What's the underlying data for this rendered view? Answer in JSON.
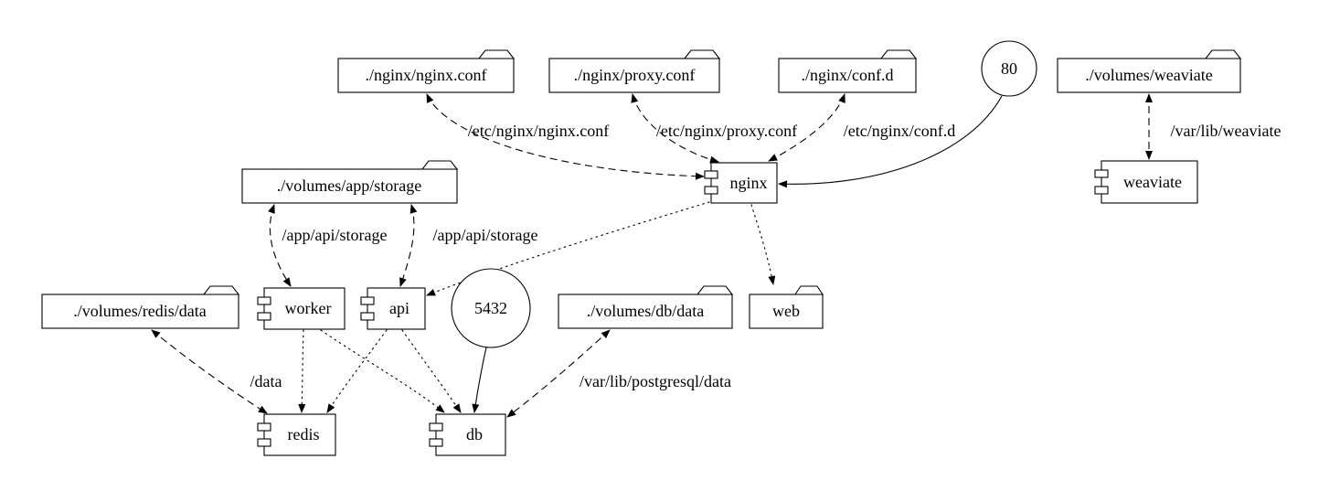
{
  "diagram": {
    "nodes": {
      "nginx_conf": "./nginx/nginx.conf",
      "proxy_conf": "./nginx/proxy.conf",
      "conf_d": "./nginx/conf.d",
      "port_80": "80",
      "volumes_weaviate": "./volumes/weaviate",
      "volumes_app_storage": "./volumes/app/storage",
      "nginx": "nginx",
      "weaviate": "weaviate",
      "volumes_redis_data": "./volumes/redis/data",
      "worker": "worker",
      "api": "api",
      "port_5432": "5432",
      "volumes_db_data": "./volumes/db/data",
      "web": "web",
      "redis": "redis",
      "db": "db"
    },
    "edge_labels": {
      "nginx_conf_mount": "/etc/nginx/nginx.conf",
      "proxy_conf_mount": "/etc/nginx/proxy.conf",
      "conf_d_mount": "/etc/nginx/conf.d",
      "weaviate_mount": "/var/lib/weaviate",
      "worker_storage_mount": "/app/api/storage",
      "api_storage_mount": "/app/api/storage",
      "redis_mount": "/data",
      "db_mount": "/var/lib/postgresql/data"
    }
  }
}
